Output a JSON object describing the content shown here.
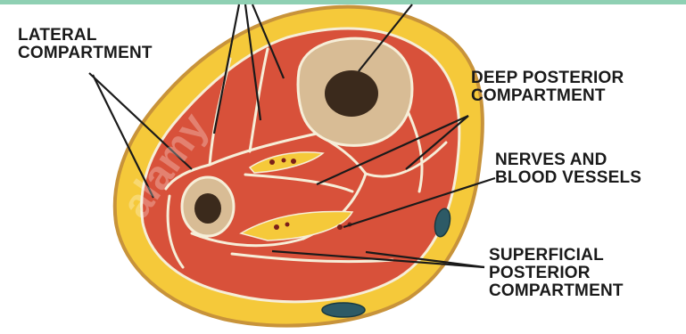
{
  "colors": {
    "frame": "#8fd0b3",
    "skin": "#c8933a",
    "fat": "#f5c93a",
    "muscle": "#d8513a",
    "fascia": "#f6eed8",
    "bone_outer": "#d8bc95",
    "bone_marrow": "#3b2a1c",
    "vessel": "#2d5a66",
    "label_text": "#1a1a1a",
    "leader_line": "#1a1a1a"
  },
  "labels": {
    "lateral": [
      "LATERAL",
      "COMPARTMENT"
    ],
    "deep_posterior": [
      "DEEP POSTERIOR",
      "COMPARTMENT"
    ],
    "nerves_vessels": [
      "NERVES AND",
      "BLOOD VESSELS"
    ],
    "superficial_posterior": [
      "SUPERFICIAL",
      "POSTERIOR",
      "COMPARTMENT"
    ]
  },
  "watermark": "alamy"
}
